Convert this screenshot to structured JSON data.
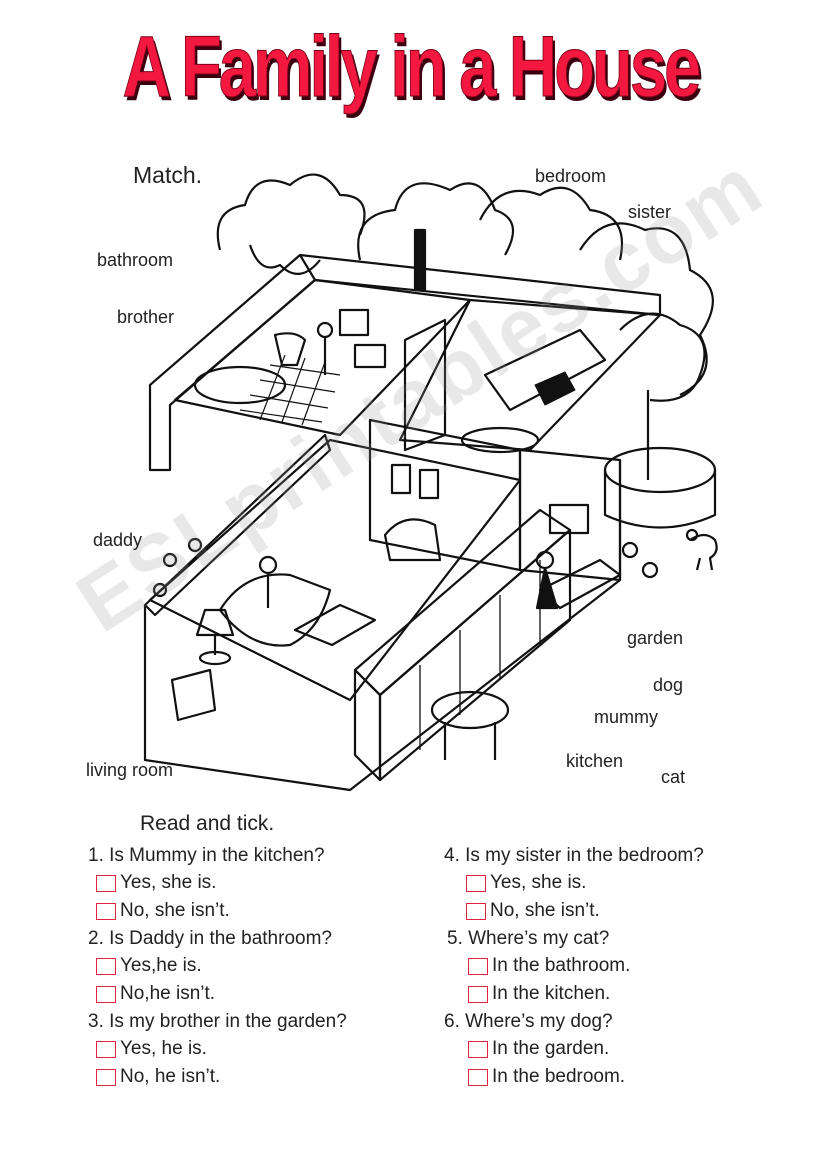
{
  "title": "A Family in a House",
  "match_heading": "Match.",
  "labels": {
    "bedroom": "bedroom",
    "sister": "sister",
    "bathroom": "bathroom",
    "brother": "brother",
    "daddy": "daddy",
    "garden": "garden",
    "dog": "dog",
    "mummy": "mummy",
    "kitchen": "kitchen",
    "cat": "cat",
    "living_room": "living room"
  },
  "watermark": "ESLprintables.com",
  "read_heading": "Read and tick.",
  "questions": [
    {
      "text": "1. Is Mummy in the kitchen?",
      "options": [
        "Yes, she is.",
        "No, she isn’t."
      ]
    },
    {
      "text": "2. Is Daddy in the bathroom?",
      "options": [
        "Yes,he is.",
        "No,he isn’t."
      ]
    },
    {
      "text": "3. Is my brother in the garden?",
      "options": [
        "Yes, he is.",
        "No, he isn’t."
      ]
    },
    {
      "text": "4. Is my sister in the bedroom?",
      "options": [
        "Yes, she is.",
        "No, she isn’t."
      ]
    },
    {
      "text": "5. Where’s my cat?",
      "options": [
        "In the bathroom.",
        "In the kitchen."
      ]
    },
    {
      "text": "6. Where’s my dog?",
      "options": [
        "In the garden.",
        "In the bedroom."
      ]
    }
  ],
  "colors": {
    "title": "#f2183f",
    "checkbox": "#e0243f"
  },
  "illustration": "house-cutaway-icon"
}
